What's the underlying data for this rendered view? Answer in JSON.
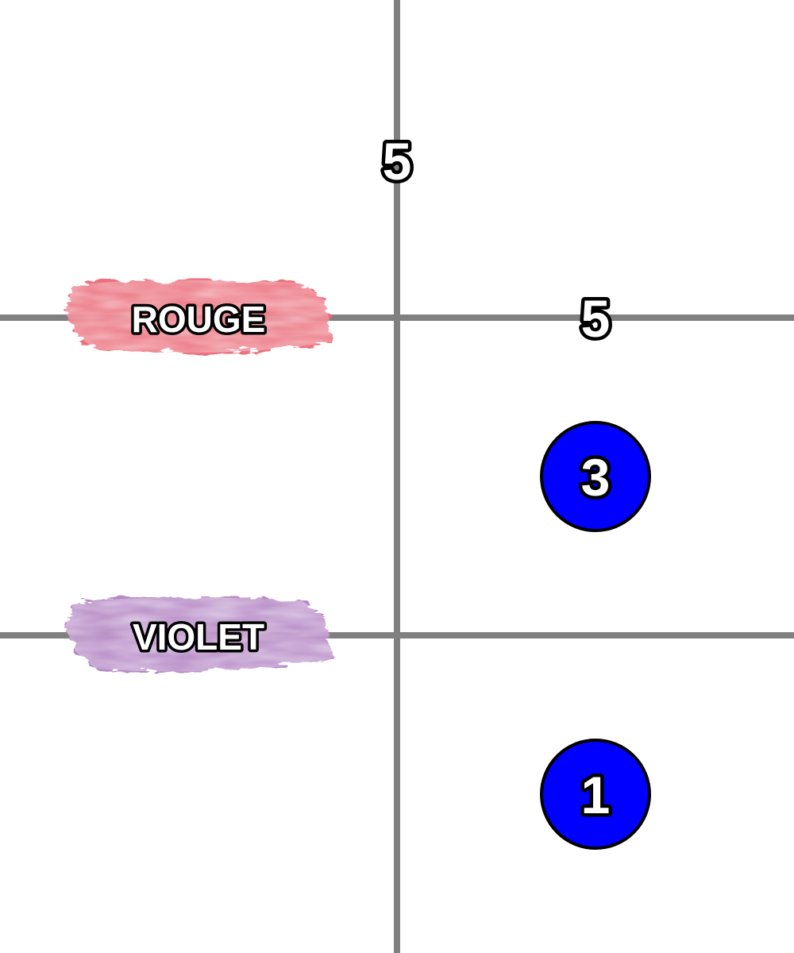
{
  "colors": {
    "background": "#ffffff",
    "grid_line": "#808080",
    "rouge_paint": "#ea6a78",
    "violet_paint": "#b283c2",
    "circle_fill": "#0000ff",
    "outline": "#000000",
    "label_text": "#ffffff"
  },
  "column_header": {
    "value": "5"
  },
  "rows": [
    {
      "label": "ROUGE",
      "swatch_color": "#ea6a78",
      "value": "5",
      "value_style": "plain"
    },
    {
      "label": "",
      "value": "3",
      "value_style": "circle"
    },
    {
      "label": "VIOLET",
      "swatch_color": "#b283c2",
      "value": "",
      "value_style": "none"
    },
    {
      "label": "",
      "value": "1",
      "value_style": "circle"
    }
  ]
}
